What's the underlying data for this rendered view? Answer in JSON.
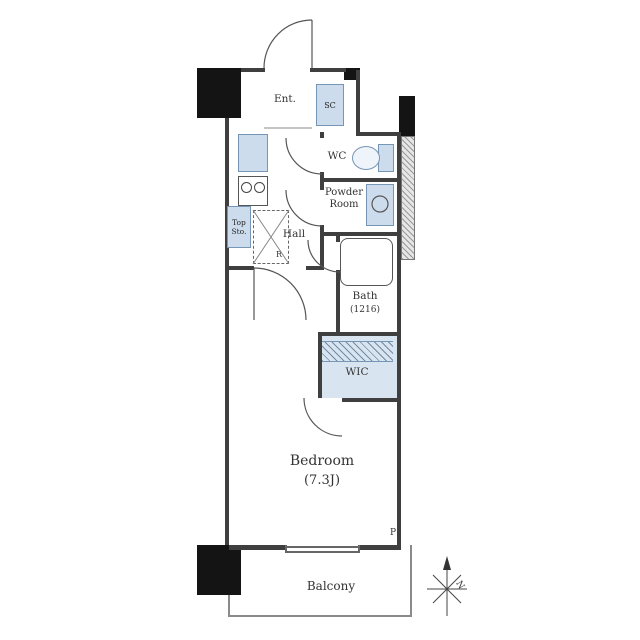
{
  "plan": {
    "labels": {
      "entrance": "Ent.",
      "shoe_closet": "SC",
      "wc": "WC",
      "powder_line1": "Powder",
      "powder_line2": "Room",
      "hall": "Hall",
      "bath": "Bath",
      "bath_size": "(1216)",
      "wic": "WIC",
      "bedroom": "Bedroom",
      "bedroom_size": "(7.3J)",
      "balcony": "Balcony",
      "top_storage_line1": "Top",
      "top_storage_line2": "Sto.",
      "refrigerator": "R",
      "pipe_space": "P",
      "compass_north": "N"
    },
    "colors": {
      "wall": "#3f3f3f",
      "pillar": "#141414",
      "fixture_fill": "#ccdcec",
      "fixture_border": "#7696b5",
      "wic_fill": "#d8e5f1",
      "line": "#555555"
    }
  }
}
